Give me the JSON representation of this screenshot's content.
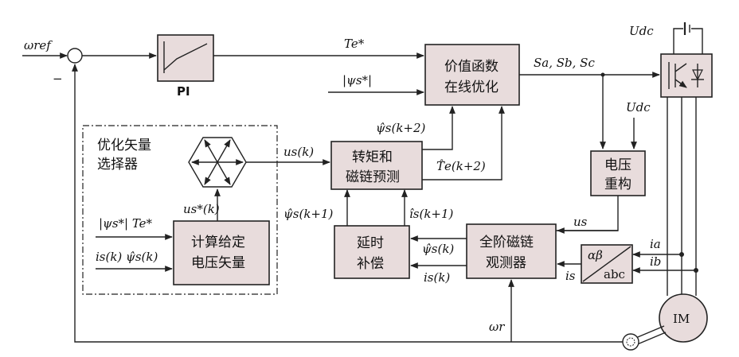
{
  "inputs": {
    "omega_ref": "ωref",
    "minus_sign": "−",
    "psi_ref_top": "|ψs*|",
    "te_ref_top": "Te*"
  },
  "blocks": {
    "pi": "PI",
    "cost_line1": "价值函数",
    "cost_line2": "在线优化",
    "predict_line1": "转矩和",
    "predict_line2": "磁链预测",
    "voltage_line1": "电压",
    "voltage_line2": "重构",
    "delay_line1": "延时",
    "delay_line2": "补偿",
    "observer_line1": "全阶磁链",
    "observer_line2": "观测器",
    "calc_line1": "计算给定",
    "calc_line2": "电压矢量",
    "selector_line1": "优化矢量",
    "selector_line2": "选择器",
    "motor": "IM",
    "transform_top": "αβ",
    "transform_bottom": "abc"
  },
  "signals": {
    "sa_sb_sc": "Sa, Sb, Sc",
    "udc_top": "Udc",
    "udc_right": "Udc",
    "us_k": "us(k)",
    "us_star_k": "us*(k)",
    "psi_hat_k2": "ψ̂s(k+2)",
    "te_hat_k2": "T̂e(k+2)",
    "psi_hat_k1": "ψ̂s(k+1)",
    "is_hat_k1": "îs(k+1)",
    "psi_hat_k": "ψ̂s(k)",
    "is_k_obs": "is(k)",
    "us": "us",
    "ia": "ia",
    "ib": "ib",
    "is": "is",
    "omega_r": "ωr",
    "calc_in_top": "|ψs*| Te*",
    "calc_in_bottom": "is(k) ψ̂s(k)"
  }
}
